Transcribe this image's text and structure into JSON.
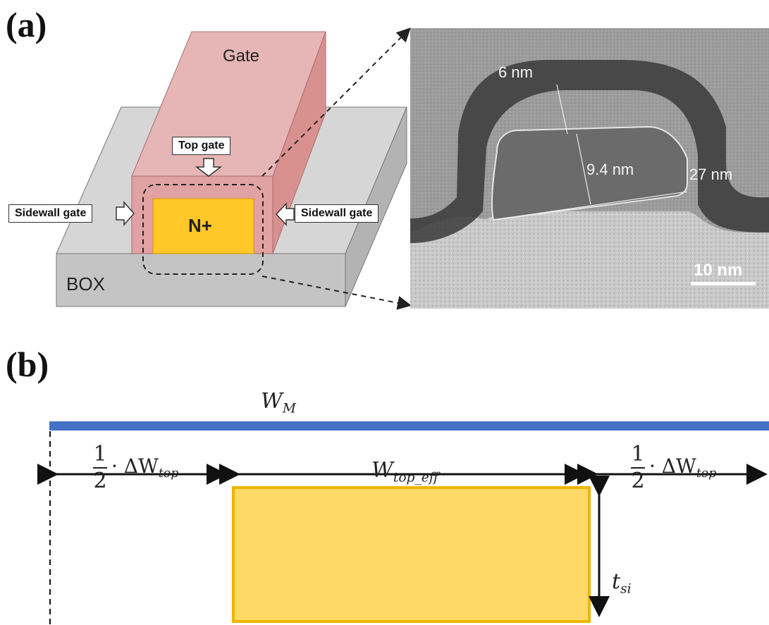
{
  "panel_a": {
    "label": "(a)",
    "device": {
      "gate": "Gate",
      "top_gate": "Top gate",
      "sidewall_left": "Sidewall gate",
      "sidewall_right": "Sidewall gate",
      "channel": "N+",
      "box": "BOX"
    },
    "tem": {
      "dim_oxide": "6 nm",
      "dim_thickness": "9.4 nm",
      "dim_width": "27 nm",
      "scale_bar": "10 nm"
    },
    "colors": {
      "gate": "#e8b4b4",
      "gate_side": "#d58f8f",
      "channel": "#ffc727",
      "box": "#c8c8c8"
    }
  },
  "panel_b": {
    "label": "(b)",
    "wm": {
      "base": "W",
      "sub": "M"
    },
    "half": {
      "num": "1",
      "den": "2",
      "op": "· ΔW",
      "sub": "top"
    },
    "weff": {
      "base": "W",
      "sub": "top_eff"
    },
    "tsi": {
      "base": "t",
      "sub": "si"
    },
    "colors": {
      "metal_bar": "#4472c4",
      "silicon": "#ffd966",
      "silicon_edge": "#f0b400"
    }
  }
}
